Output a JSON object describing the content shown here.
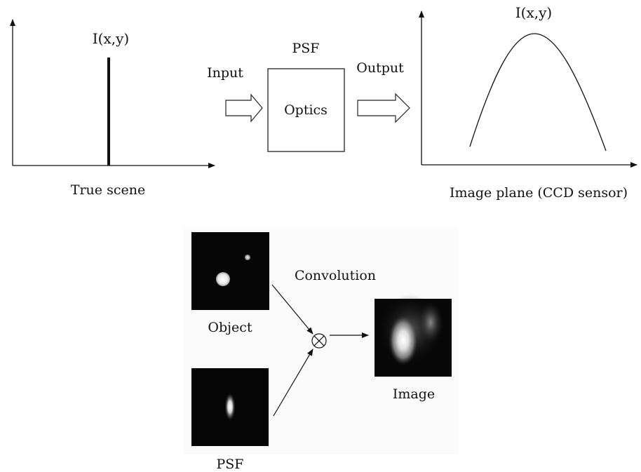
{
  "top": {
    "left_plot": {
      "peak_label": "I(x,y)",
      "caption": "True scene"
    },
    "psf_label": "PSF",
    "input_label": "Input",
    "optics_label": "Optics",
    "output_label": "Output",
    "right_plot": {
      "peak_label": "I(x,y)",
      "caption": "Image plane (CCD sensor)"
    }
  },
  "bottom": {
    "object_label": "Object",
    "convolution_label": "Convolution",
    "psf_label": "PSF",
    "image_label": "Image",
    "operator_symbol": "⊗"
  },
  "colors": {
    "ink": "#111111",
    "panel_bg": "#fafafa",
    "tile_bg": "#050505"
  }
}
